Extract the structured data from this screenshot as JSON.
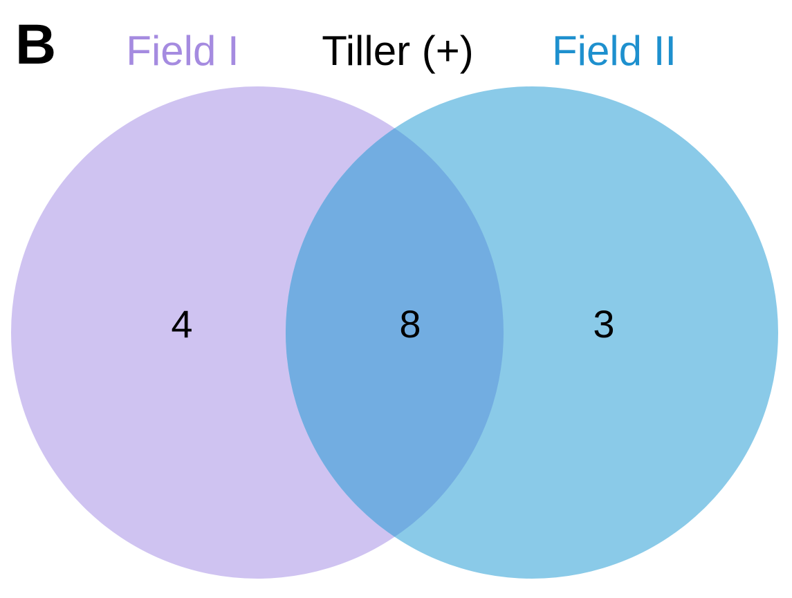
{
  "panel_letter": "B",
  "title": "Tiller (+)",
  "sets": [
    {
      "name": "Field I",
      "color": "#A58BE0",
      "fill": "#CFC3F1"
    },
    {
      "name": "Field II",
      "color": "#1E90CE",
      "fill": "#8ACAE8"
    }
  ],
  "overlap_fill": "#72ADE1",
  "counts": {
    "field_i_only": "4",
    "both": "8",
    "field_ii_only": "3"
  }
}
